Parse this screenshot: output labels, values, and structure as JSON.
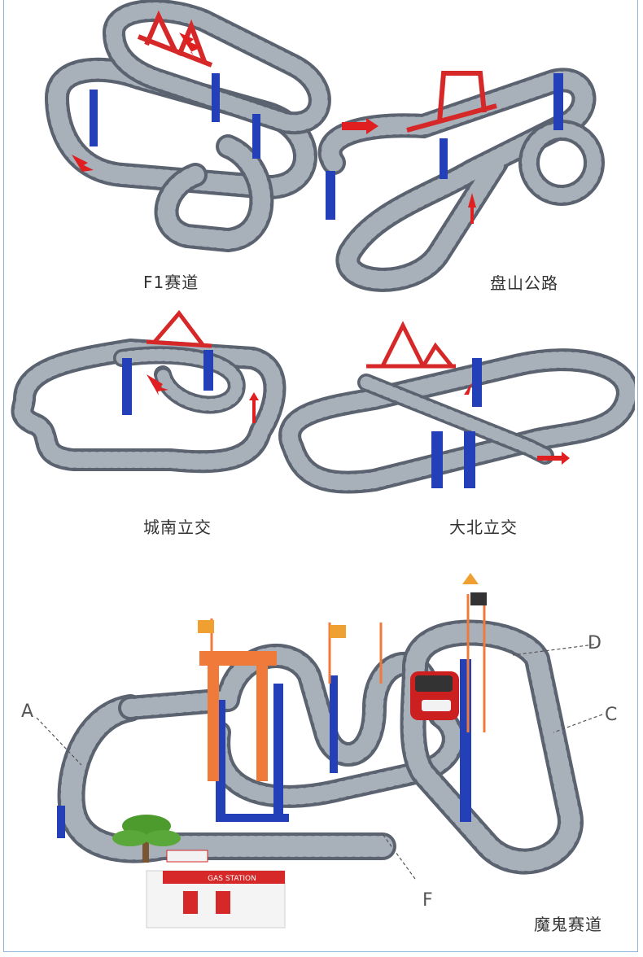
{
  "captions": {
    "f1": "F1赛道",
    "panshan": "盘山公路",
    "chengnan": "城南立交",
    "dabei": "大北立交",
    "mogui": "魔鬼赛道"
  },
  "labels": {
    "a": "A",
    "c": "C",
    "d": "D",
    "f": "F"
  },
  "sign_text": {
    "gas_station": "GAS STATION"
  },
  "colors": {
    "track": "#8a9099",
    "track_dark": "#5b6270",
    "pillar_blue": "#2340b8",
    "bridge_red": "#d62828",
    "arch_orange": "#f07a3a",
    "arrow_red": "#e02020"
  }
}
